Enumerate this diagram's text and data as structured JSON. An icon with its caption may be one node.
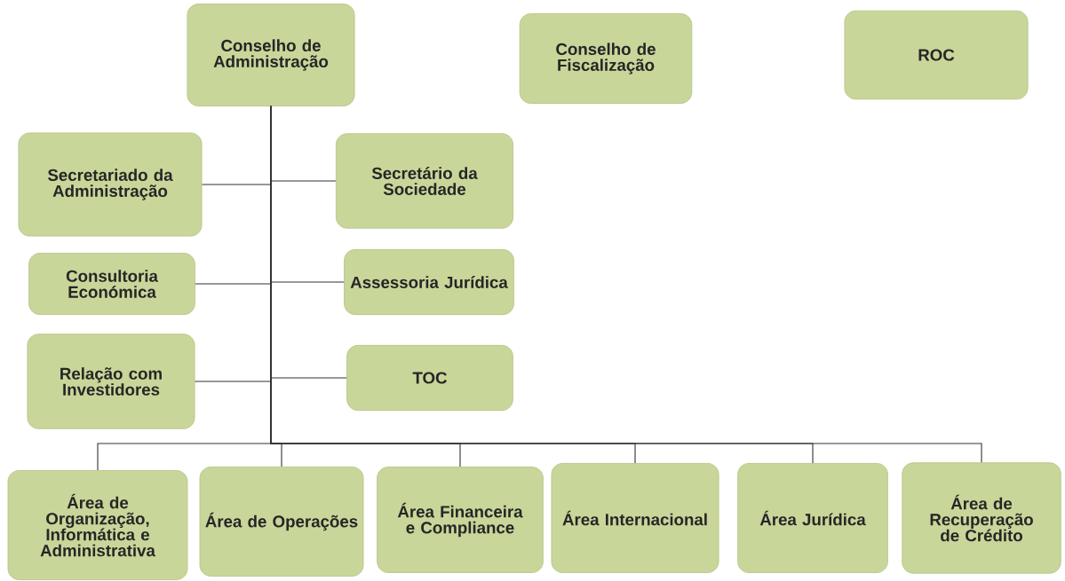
{
  "diagram": {
    "nodes": [
      {
        "text": [
          "Conselho de Administração"
        ]
      },
      {
        "text": [
          "Conselho de Fiscalização"
        ]
      },
      {
        "text": [
          "ROC"
        ]
      },
      {
        "text": [
          "Secretariado da Administração"
        ]
      },
      {
        "text": [
          "Secretário da Sociedade"
        ]
      },
      {
        "text": [
          "Consultoria Económica"
        ]
      },
      {
        "text": [
          "Assessoria Jurídica"
        ]
      },
      {
        "text": [
          "Relação com Investidores"
        ]
      },
      {
        "text": [
          "TOC"
        ]
      },
      {
        "text": [
          "Área de Organização, Informática e Administrativa"
        ]
      },
      {
        "text": [
          "Área de Operações"
        ]
      },
      {
        "text": [
          "Área Financeira e Compliance"
        ]
      },
      {
        "text": [
          "Área Internacional"
        ]
      },
      {
        "text": [
          "Área Jurídica"
        ]
      },
      {
        "text": [
          "Área de Recuperação de Crédito"
        ]
      }
    ],
    "edges": [
      {
        "from": 0,
        "to": 3,
        "arrow": "none"
      },
      {
        "from": 0,
        "to": 4,
        "arrow": "none"
      },
      {
        "from": 0,
        "to": 5,
        "arrow": "none"
      },
      {
        "from": 0,
        "to": 6,
        "arrow": "none"
      },
      {
        "from": 0,
        "to": 7,
        "arrow": "none"
      },
      {
        "from": 0,
        "to": 8,
        "arrow": "none"
      },
      {
        "from": 0,
        "to": 9,
        "arrow": "none"
      },
      {
        "from": 0,
        "to": 10,
        "arrow": "none"
      },
      {
        "from": 0,
        "to": 11,
        "arrow": "none"
      },
      {
        "from": 0,
        "to": 12,
        "arrow": "none"
      },
      {
        "from": 0,
        "to": 13,
        "arrow": "none"
      },
      {
        "from": 0,
        "to": 14,
        "arrow": "none"
      }
    ]
  }
}
